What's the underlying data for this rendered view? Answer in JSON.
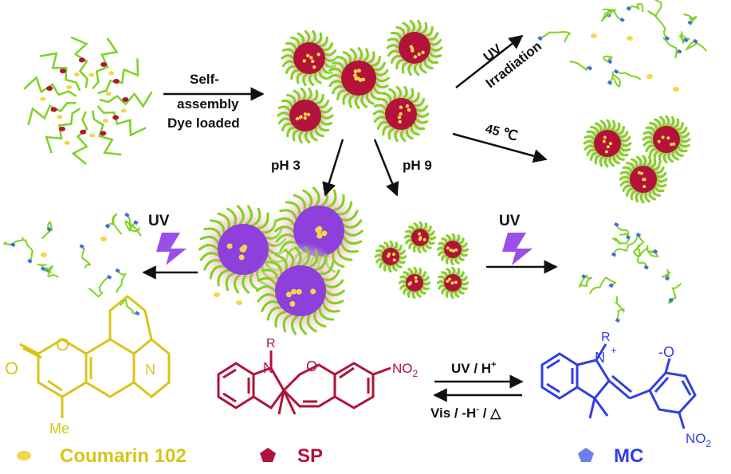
{
  "labels": {
    "self": "Self-",
    "assembly": "assembly",
    "dye_loaded": "Dye loaded",
    "uv_top": "UV",
    "irradiation": "Irradiation",
    "temp": "45",
    "deg": "℃",
    "ph3": "pH 3",
    "ph9": "pH 9",
    "uv_left": "UV",
    "uv_right": "UV"
  },
  "chemistry": {
    "coumarin_me": "Me",
    "coumarin_o1": "O",
    "coumarin_o2": "O",
    "coumarin_n": "N",
    "sp_r": "R",
    "sp_n": "N",
    "sp_o": "O",
    "sp_no2": "NO",
    "sp_no2_sub": "2",
    "mc_r": "R",
    "mc_n": "N",
    "mc_plus": "+",
    "mc_o": "-O",
    "mc_no2": "NO",
    "mc_no2_sub": "2",
    "forward": "UV / H",
    "forward_sup": "+",
    "reverse": "Vis / -H",
    "reverse_sup": "-",
    "reverse_tail": " / △"
  },
  "legend": {
    "coumarin": "Coumarin 102",
    "sp": "SP",
    "mc": "MC"
  },
  "colors": {
    "chain": "#7ed321",
    "core_red": "#b3123a",
    "core_purple": "#8e3fdc",
    "halo": "#f7b9c4",
    "dot_yellow": "#f2d64b",
    "coumarin": "#d8c51a",
    "sp": "#b0123a",
    "mc": "#2f3fe0",
    "arrow": "#111111"
  }
}
